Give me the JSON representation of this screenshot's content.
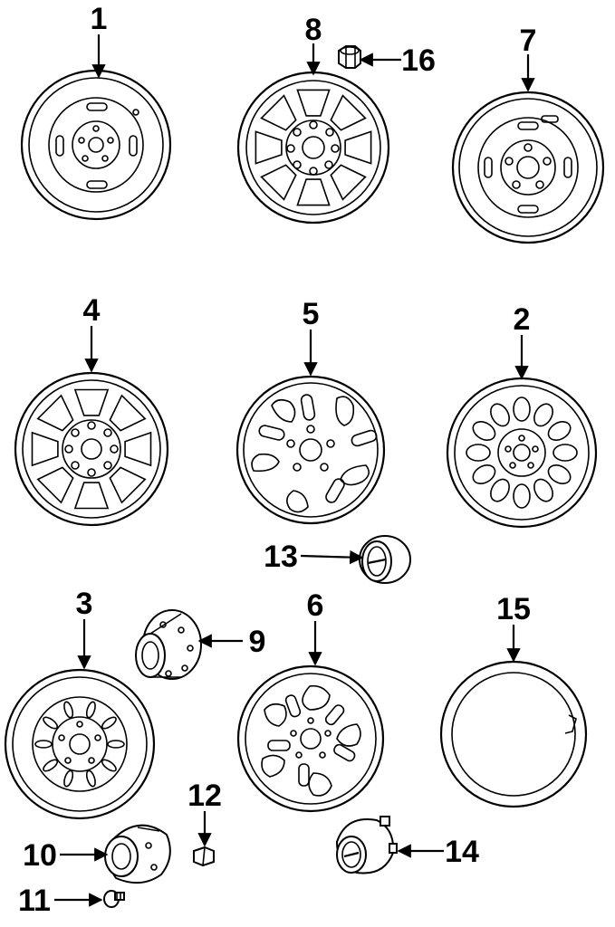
{
  "diagram": {
    "type": "exploded-parts-diagram",
    "subject": "wheels and wheel covers",
    "line_color": "#000000",
    "background": "#ffffff",
    "callouts": [
      {
        "id": "1",
        "label": "1",
        "part": "steel-wheel-slotted"
      },
      {
        "id": "2",
        "label": "2",
        "part": "wheel-oval-holes"
      },
      {
        "id": "3",
        "label": "3",
        "part": "steel-wheel-leaf-slots"
      },
      {
        "id": "4",
        "label": "4",
        "part": "wheel-eight-spoke"
      },
      {
        "id": "5",
        "label": "5",
        "part": "wheel-five-spoke-a"
      },
      {
        "id": "6",
        "label": "6",
        "part": "wheel-five-spoke-b"
      },
      {
        "id": "7",
        "label": "7",
        "part": "steel-wheel-dished"
      },
      {
        "id": "8",
        "label": "8",
        "part": "wheel-eight-spoke-b"
      },
      {
        "id": "9",
        "label": "9",
        "part": "hub-cap-large"
      },
      {
        "id": "10",
        "label": "10",
        "part": "hub-cap-flanged"
      },
      {
        "id": "11",
        "label": "11",
        "part": "bolt"
      },
      {
        "id": "12",
        "label": "12",
        "part": "clip"
      },
      {
        "id": "13",
        "label": "13",
        "part": "center-cap"
      },
      {
        "id": "14",
        "label": "14",
        "part": "center-cap-with-tab"
      },
      {
        "id": "15",
        "label": "15",
        "part": "trim-ring"
      },
      {
        "id": "16",
        "label": "16",
        "part": "lug-nut"
      }
    ]
  }
}
